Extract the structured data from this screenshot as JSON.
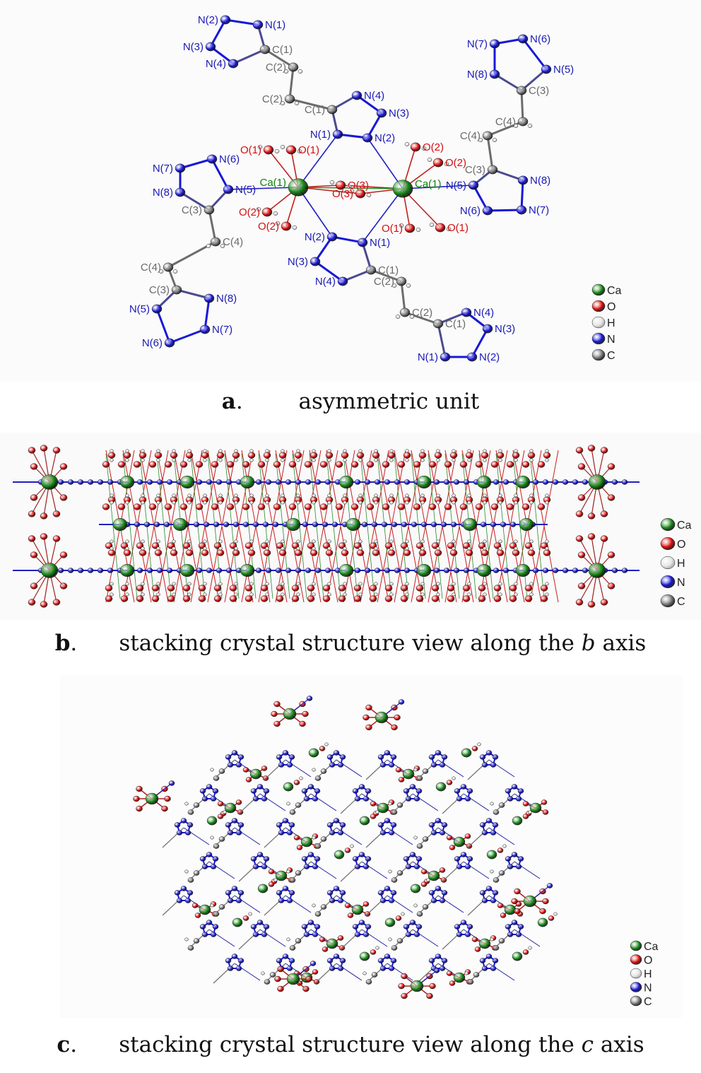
{
  "legend": [
    {
      "symbol": "Ca",
      "color": "#1a8a1a"
    },
    {
      "symbol": "O",
      "color": "#e01010"
    },
    {
      "symbol": "H",
      "color": "#e6e6e6"
    },
    {
      "symbol": "N",
      "color": "#1818d8"
    },
    {
      "symbol": "C",
      "color": "#7a7a7a"
    }
  ],
  "panel_a": {
    "atoms": [
      {
        "label": "N(2)",
        "el": "N"
      },
      {
        "label": "N(1)",
        "el": "N"
      },
      {
        "label": "N(3)",
        "el": "N"
      },
      {
        "label": "N(4)",
        "el": "N"
      },
      {
        "label": "C(1)",
        "el": "C"
      },
      {
        "label": "C(2)",
        "el": "C"
      },
      {
        "label": "C(2)",
        "el": "C"
      },
      {
        "label": "C(1)",
        "el": "C"
      },
      {
        "label": "N(4)",
        "el": "N"
      },
      {
        "label": "N(3)",
        "el": "N"
      },
      {
        "label": "N(1)",
        "el": "N"
      },
      {
        "label": "N(2)",
        "el": "N"
      },
      {
        "label": "N(7)",
        "el": "N"
      },
      {
        "label": "N(6)",
        "el": "N"
      },
      {
        "label": "N(8)",
        "el": "N"
      },
      {
        "label": "N(5)",
        "el": "N"
      },
      {
        "label": "C(3)",
        "el": "C"
      },
      {
        "label": "C(4)",
        "el": "C"
      },
      {
        "label": "C(4)",
        "el": "C"
      },
      {
        "label": "C(3)",
        "el": "C"
      },
      {
        "label": "N(8)",
        "el": "N"
      },
      {
        "label": "N(5)",
        "el": "N"
      },
      {
        "label": "N(7)",
        "el": "N"
      },
      {
        "label": "N(6)",
        "el": "N"
      },
      {
        "label": "N(6)",
        "el": "N"
      },
      {
        "label": "N(7)",
        "el": "N"
      },
      {
        "label": "N(5)",
        "el": "N"
      },
      {
        "label": "N(8)",
        "el": "N"
      },
      {
        "label": "C(3)",
        "el": "C"
      },
      {
        "label": "C(4)",
        "el": "C"
      },
      {
        "label": "C(4)",
        "el": "C"
      },
      {
        "label": "C(3)",
        "el": "C"
      },
      {
        "label": "N(5)",
        "el": "N"
      },
      {
        "label": "N(8)",
        "el": "N"
      },
      {
        "label": "N(6)",
        "el": "N"
      },
      {
        "label": "N(7)",
        "el": "N"
      },
      {
        "label": "N(2)",
        "el": "N"
      },
      {
        "label": "N(1)",
        "el": "N"
      },
      {
        "label": "N(3)",
        "el": "N"
      },
      {
        "label": "N(4)",
        "el": "N"
      },
      {
        "label": "C(1)",
        "el": "C"
      },
      {
        "label": "C(2)",
        "el": "C"
      },
      {
        "label": "C(2)",
        "el": "C"
      },
      {
        "label": "C(1)",
        "el": "C"
      },
      {
        "label": "N(4)",
        "el": "N"
      },
      {
        "label": "N(3)",
        "el": "N"
      },
      {
        "label": "N(1)",
        "el": "N"
      },
      {
        "label": "N(2)",
        "el": "N"
      },
      {
        "label": "Ca(1)",
        "el": "Ca"
      },
      {
        "label": "Ca(1)",
        "el": "Ca"
      },
      {
        "label": "O(1)",
        "el": "O"
      },
      {
        "label": "O(1)",
        "el": "O"
      },
      {
        "label": "O(2)",
        "el": "O"
      },
      {
        "label": "O(2)",
        "el": "O"
      },
      {
        "label": "O(3)",
        "el": "O"
      },
      {
        "label": "O(3)",
        "el": "O"
      },
      {
        "label": "O(2)",
        "el": "O"
      },
      {
        "label": "O(2)",
        "el": "O"
      },
      {
        "label": "O(1)",
        "el": "O"
      },
      {
        "label": "O(1)",
        "el": "O"
      }
    ]
  },
  "captions": {
    "a": {
      "letter": "a",
      "text": "asymmetric unit"
    },
    "b": {
      "letter": "b",
      "text_before": "stacking crystal structure view along the ",
      "italic": "b",
      "text_after": " axis"
    },
    "c": {
      "letter": "c",
      "text_before": "stacking crystal structure view along the ",
      "italic": "c",
      "text_after": " axis"
    }
  }
}
